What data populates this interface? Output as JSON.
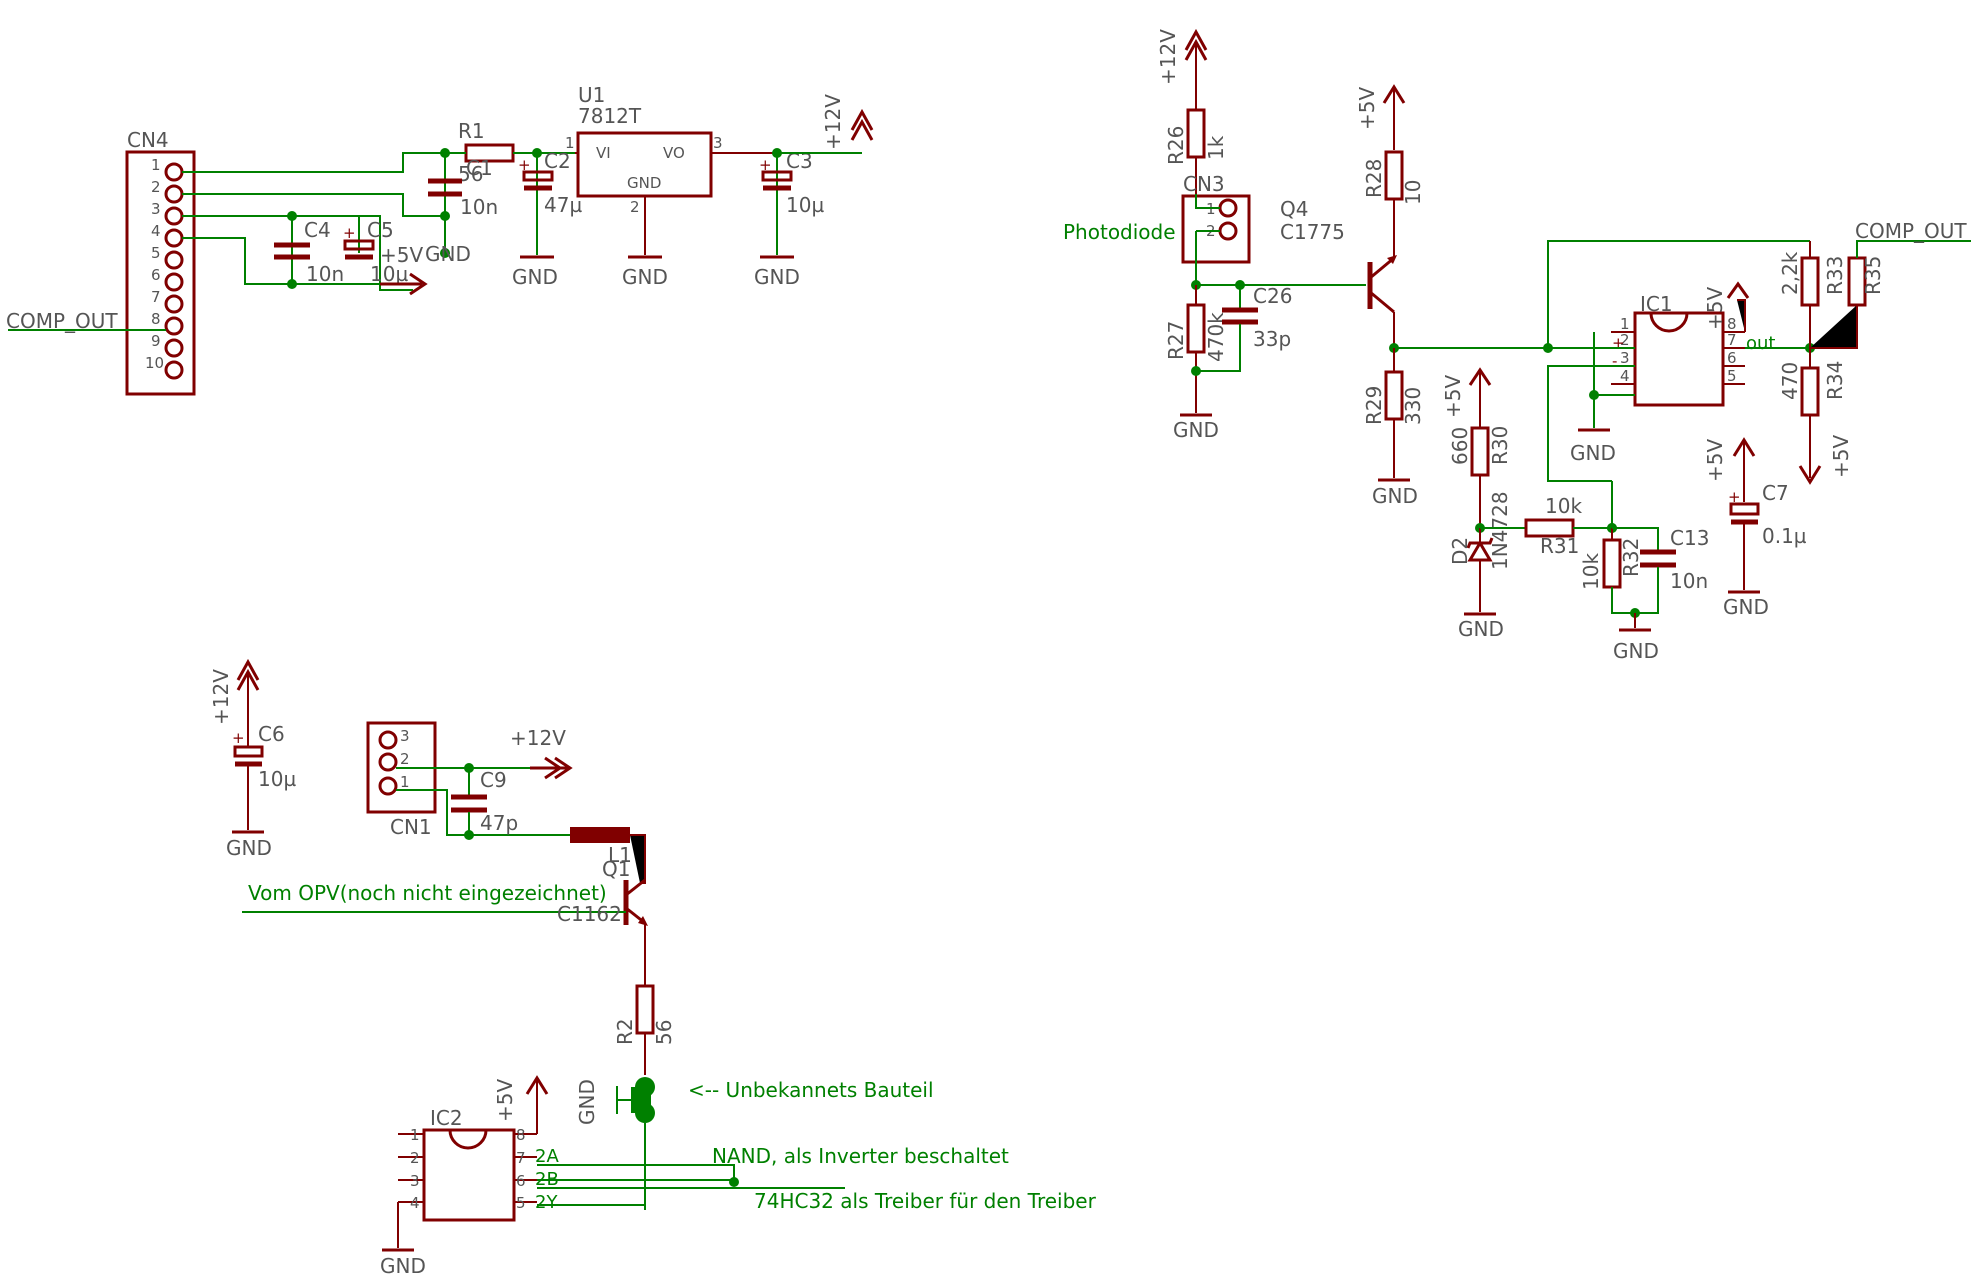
{
  "labels": {
    "cn4": "CN4",
    "cn4_pins": [
      "1",
      "2",
      "3",
      "4",
      "5",
      "6",
      "7",
      "8",
      "9",
      "10"
    ],
    "comp_out_left": "COMP_OUT",
    "r1": "R1",
    "r1_val": "56",
    "c1": "C1",
    "c1_val": "10n",
    "u1": "U1",
    "u1_type": "7812T",
    "u1_vi": "VI",
    "u1_vo": "VO",
    "u1_gnd": "GND",
    "u1_pin1": "1",
    "u1_pin2": "2",
    "u1_pin3": "3",
    "c2": "C2",
    "c2_val": "47µ",
    "c3": "C3",
    "c3_val": "10µ",
    "c4": "C4",
    "c4_val": "10n",
    "c5": "C5",
    "c5_val": "10µ",
    "plus5v": "+5V",
    "plus12v": "+12V",
    "gnd": "GND",
    "r26": "R26",
    "r26_val": "1k",
    "cn3": "CN3",
    "cn3_pin1": "1",
    "cn3_pin2": "2",
    "photodiode": "Photodiode",
    "q4": "Q4",
    "q4_type": "C1775",
    "r27": "R27",
    "r27_val": "470k",
    "c26": "C26",
    "c26_val": "33p",
    "r28": "R28",
    "r28_val": "10",
    "r29": "R29",
    "r29_val": "330",
    "ic1": "IC1",
    "ic1_pins": [
      "1",
      "2",
      "3",
      "4",
      "8",
      "7",
      "6",
      "5"
    ],
    "ic1_plus": "+",
    "ic1_minus": "-",
    "out": "out",
    "comp_out_right": "COMP_OUT",
    "r33": "R33",
    "r33_val": "2,2k",
    "r35": "R35",
    "r34": "R34",
    "r34_val": "470",
    "r30": "R30",
    "r30_val": "660",
    "d2": "D2",
    "d2_type": "1N4728",
    "r31": "R31",
    "r31_val": "10k",
    "r32": "R32",
    "r32_val": "10k",
    "c13": "C13",
    "c13_val": "10n",
    "c7": "C7",
    "c7_val": "0.1µ",
    "c6": "C6",
    "c6_val": "10µ",
    "cn1": "CN1",
    "cn1_pins": [
      "3",
      "2",
      "1"
    ],
    "c9": "C9",
    "c9_val": "47p",
    "l1": "L1",
    "q1": "Q1",
    "q1_type": "C1162",
    "vom_opv": "Vom OPV(noch nicht eingezeichnet)",
    "r2": "R2",
    "r2_val": "56",
    "unbekannt": "<-- Unbekannets Bauteil",
    "ic2": "IC2",
    "ic2_left_pins": [
      "1",
      "2",
      "3",
      "4"
    ],
    "ic2_right_pins": [
      "8",
      "7",
      "6",
      "5"
    ],
    "net_2a": "2A",
    "net_2b": "2B",
    "net_2y": "2Y",
    "nand_note": "NAND, als Inverter beschaltet",
    "hc32_note": "74HC32 als Treiber für den Treiber"
  }
}
